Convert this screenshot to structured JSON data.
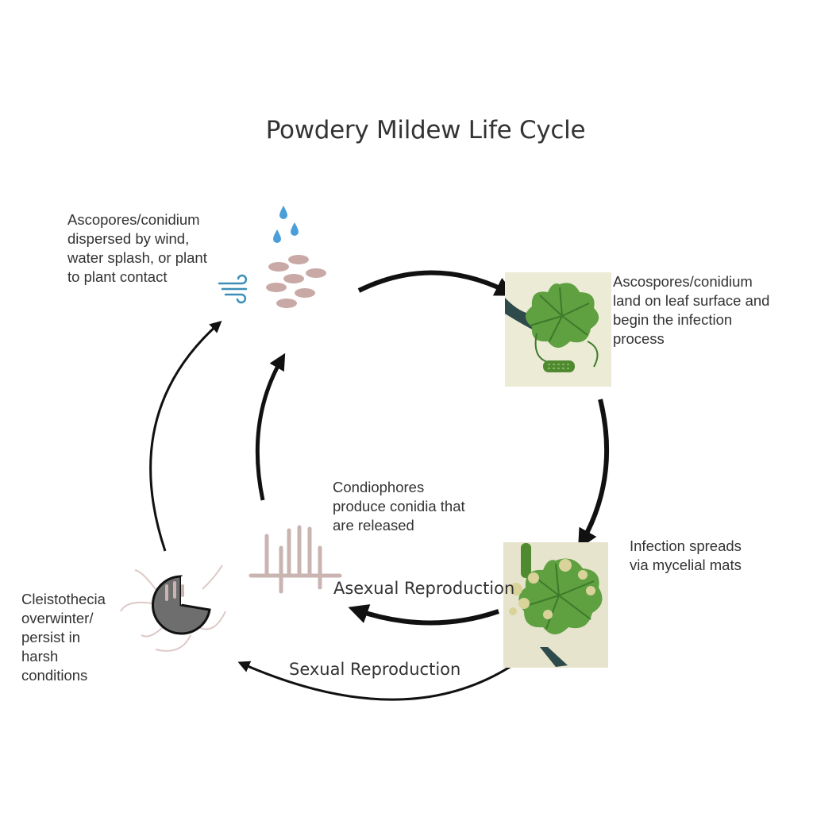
{
  "title": "Powdery Mildew Life Cycle",
  "labels": {
    "dispersal": "Ascopores/conidium\ndispersed by wind,\nwater splash, or plant\nto plant contact",
    "landing": "Ascospores/conidium\nland on leaf surface and\nbegin the infection\nprocess",
    "spread": "Infection spreads\nvia mycelial mats",
    "conidiophores": "Condiophores\nproduce conidia that\nare released",
    "cleistothecia": "Cleistothecia\noverwinter/\npersist in\nharsh\nconditions"
  },
  "stages": {
    "asexual": "Asexual Reproduction",
    "sexual": "Sexual Reproduction"
  },
  "colors": {
    "arrow": "#111111",
    "leaf": "#5fa040",
    "leaf_dark": "#3d7a2a",
    "mildew": "#d9d39a",
    "spore": "#c9a9a6",
    "droplet": "#4a9fd8",
    "wind": "#3d8fb8",
    "cleistothecium": "#6e6e6e"
  },
  "icons": [
    "water-droplet-icon",
    "wind-icon",
    "spore-icon",
    "leaf-icon",
    "cucumber-icon",
    "conidiophore-icon",
    "cleistothecium-icon"
  ]
}
